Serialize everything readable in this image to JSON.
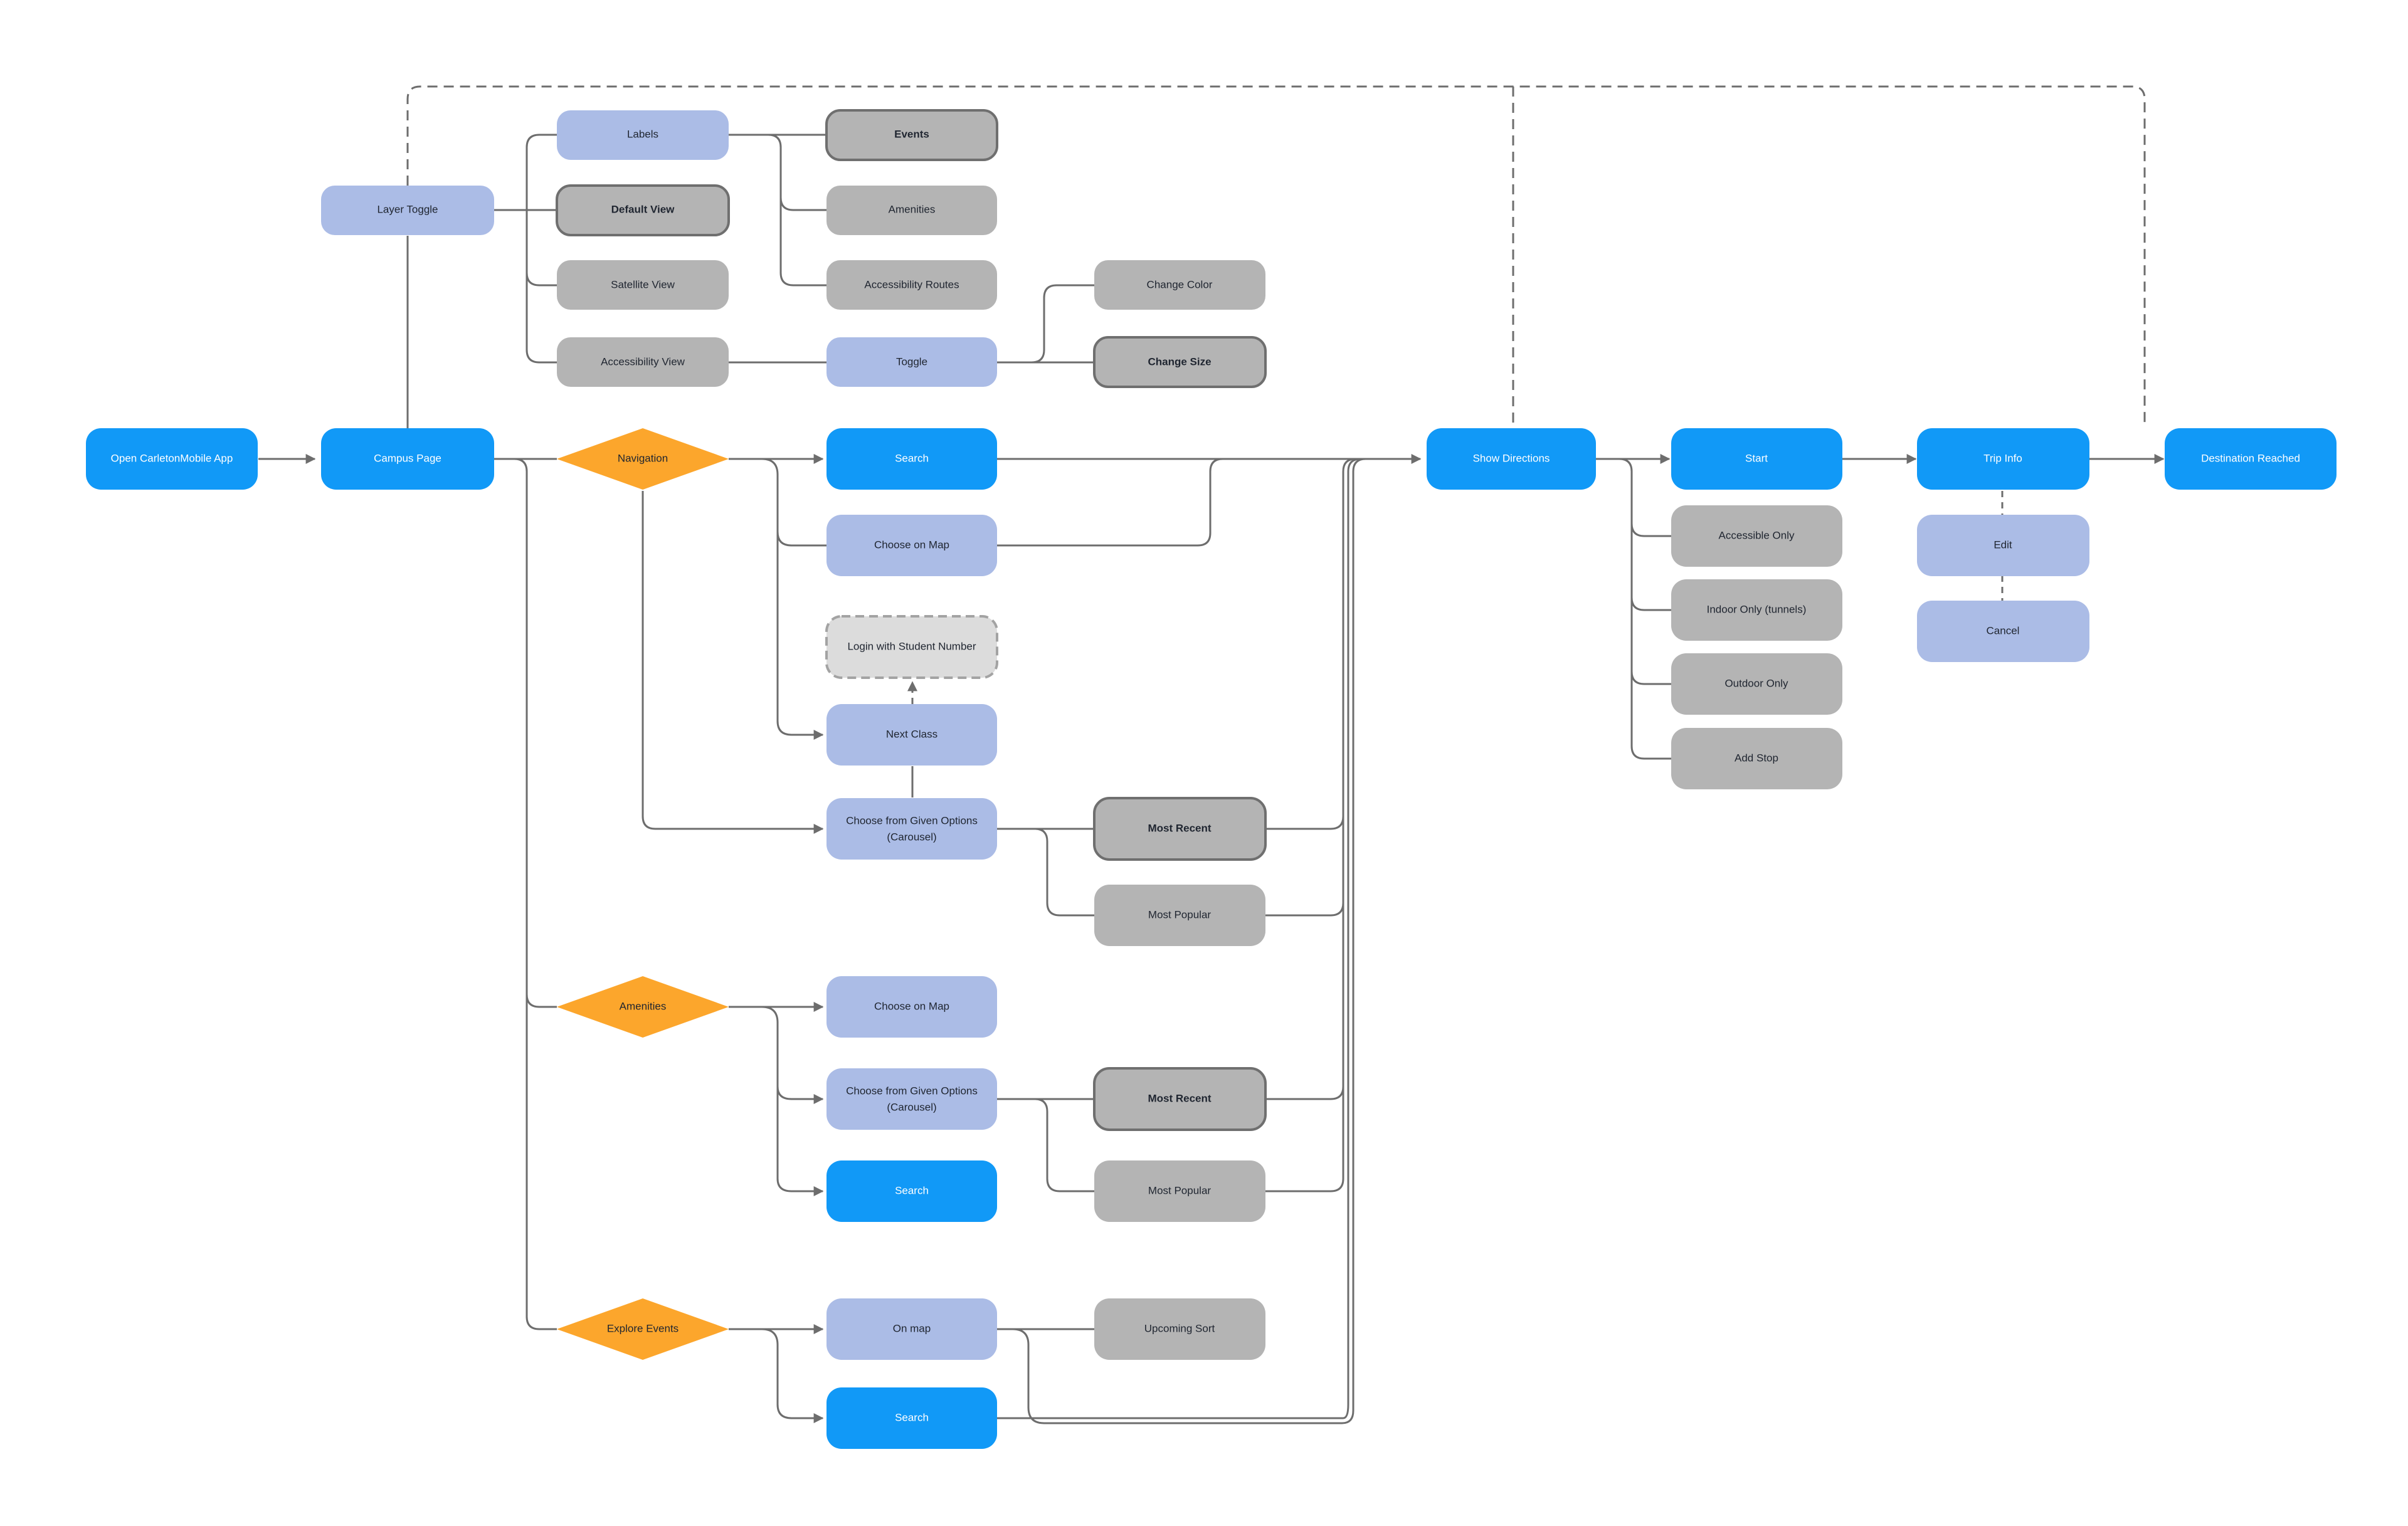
{
  "colors": {
    "primary": "#1199f7",
    "secondary": "#abbce6",
    "neutral": "#b4b4b4",
    "neutral_border": "#6f6f6f",
    "decision": "#fca62c",
    "ghost": "#dcdcdc",
    "connector": "#6d6d6d"
  },
  "nodes": {
    "open_app": "Open CarletonMobile App",
    "campus_page": "Campus Page",
    "layer_toggle": "Layer Toggle",
    "labels": "Labels",
    "default_view": "Default View",
    "satellite_view": "Satellite View",
    "accessibility_view": "Accessibility View",
    "events": "Events",
    "amenities_layer": "Amenities",
    "accessibility_routes": "Accessibility Routes",
    "toggle": "Toggle",
    "change_color": "Change Color",
    "change_size": "Change Size",
    "navigation": "Navigation",
    "nav_search": "Search",
    "nav_choose_map": "Choose on Map",
    "login": "Login with Student Number",
    "next_class": "Next Class",
    "nav_carousel_1": "Choose from Given Options",
    "nav_carousel_2": "(Carousel)",
    "nav_most_recent": "Most Recent",
    "nav_most_popular": "Most Popular",
    "amenities": "Amenities",
    "am_choose_map": "Choose on Map",
    "am_carousel_1": "Choose from Given Options",
    "am_carousel_2": "(Carousel)",
    "am_search": "Search",
    "am_most_recent": "Most Recent",
    "am_most_popular": "Most Popular",
    "explore_events": "Explore Events",
    "ev_on_map": "On map",
    "ev_search": "Search",
    "upcoming_sort": "Upcoming Sort",
    "show_directions": "Show Directions",
    "start": "Start",
    "accessible_only": "Accessible Only",
    "indoor_only": "Indoor Only (tunnels)",
    "outdoor_only": "Outdoor Only",
    "add_stop": "Add Stop",
    "trip_info": "Trip Info",
    "edit": "Edit",
    "cancel": "Cancel",
    "destination": "Destination Reached"
  }
}
